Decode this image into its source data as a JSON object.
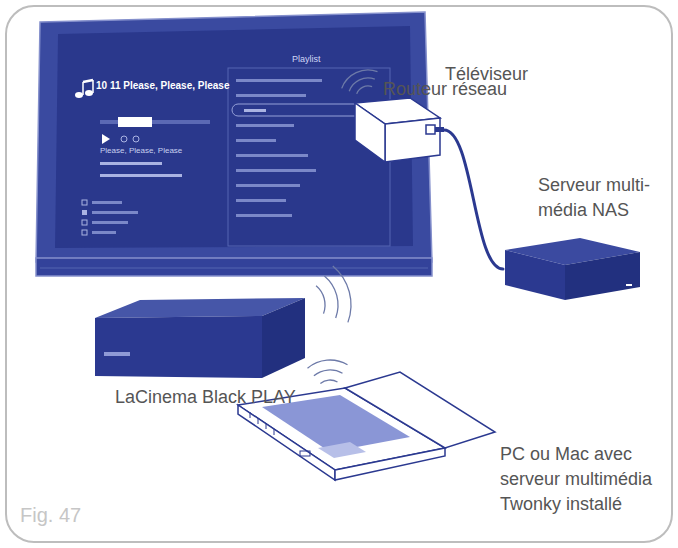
{
  "diagram": {
    "nodes": [
      {
        "text": [
          "Téléviseur"
        ]
      },
      {
        "text": [
          "Routeur réseau"
        ]
      },
      {
        "text": [
          "Serveur multi-média NAS"
        ]
      },
      {
        "text": [
          "LaCinema Black PLAY"
        ]
      },
      {
        "text": [
          "PC ou Mac avec serveur multimédia Twonky installé"
        ]
      }
    ],
    "edges": [
      {
        "from": 1,
        "to": 2,
        "arrow": "none"
      }
    ],
    "labels": [
      "10 11 Please, Please, Please",
      "Playlist",
      "Please, Please, Please",
      "Fig. 47"
    ]
  }
}
